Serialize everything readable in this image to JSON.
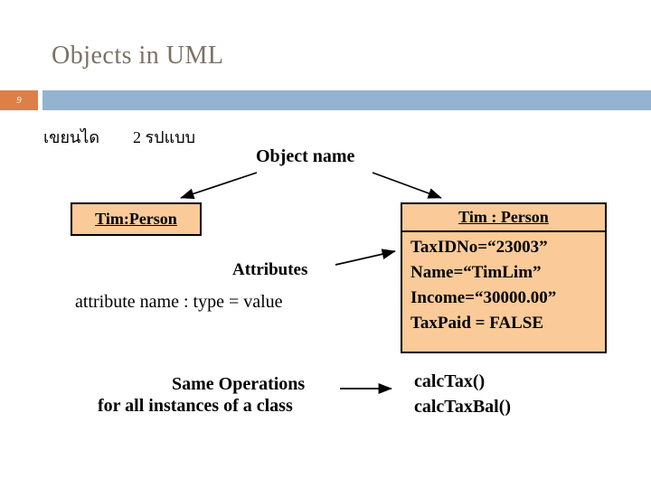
{
  "slide": {
    "page_number": "9",
    "title": "Objects in UML",
    "thai_prefix": "เขยนได",
    "thai_forms": "2 รปแบบ",
    "colors": {
      "accent_orange": "#dd8047",
      "accent_blue": "#94b3d1",
      "box_fill": "#faca99",
      "title_text": "#7b7164"
    }
  },
  "diagram": {
    "object_name_label": "Object name",
    "left_box": {
      "title": "Tim:Person"
    },
    "right_box": {
      "title": "Tim : Person",
      "attributes": [
        "TaxIDNo=“23003”",
        "Name=“TimLim”",
        "Income=“30000.00”",
        "TaxPaid = FALSE"
      ]
    },
    "attributes_label": "Attributes",
    "attribute_syntax": "attribute name : type = value",
    "operations_caption_line1": "Same Operations",
    "operations_caption_line2": "for all instances of a class",
    "operations": [
      "calcTax()",
      "calcTaxBal()"
    ]
  }
}
